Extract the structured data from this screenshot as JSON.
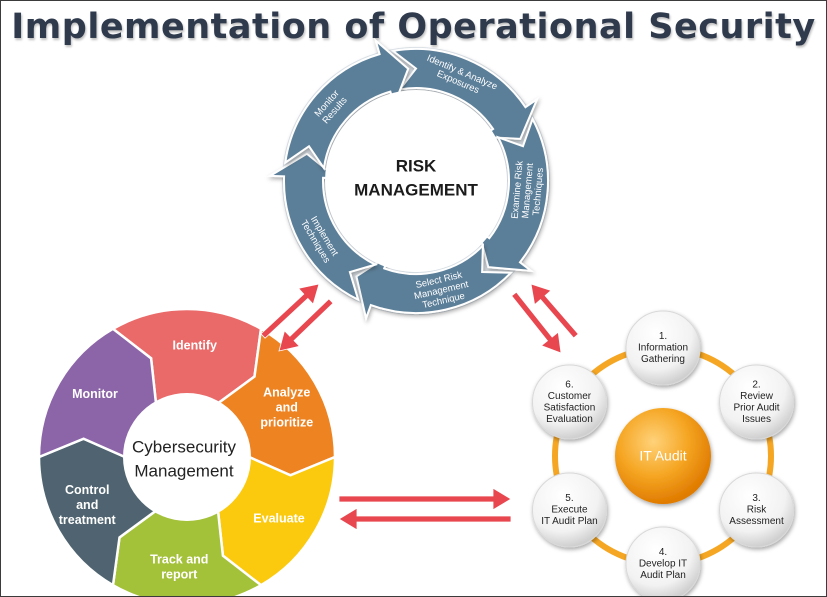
{
  "title": "Implementation of Operational Security",
  "risk": {
    "center_line1": "RISK",
    "center_line2": "MANAGEMENT",
    "steps": [
      [
        "Identify & Analyze",
        "Exposures"
      ],
      [
        "Examine Risk",
        "Management",
        "Techniques"
      ],
      [
        "Select Risk",
        "Management",
        "Technique"
      ],
      [
        "Implement",
        "Techniques"
      ],
      [
        "Monitor",
        "Results"
      ]
    ],
    "color": "#5b7f99"
  },
  "cyber": {
    "center_line1": "Cybersecurity",
    "center_line2": "Management",
    "segments": [
      {
        "lines": [
          "Identify"
        ],
        "color": "#ea6a6a"
      },
      {
        "lines": [
          "Analyze",
          "and",
          "prioritize"
        ],
        "color": "#ee8322"
      },
      {
        "lines": [
          "Evaluate"
        ],
        "color": "#fbc90d"
      },
      {
        "lines": [
          "Track and",
          "report"
        ],
        "color": "#a4c13a"
      },
      {
        "lines": [
          "Control",
          "and",
          "treatment"
        ],
        "color": "#4f6470"
      },
      {
        "lines": [
          "Monitor"
        ],
        "color": "#8c64a8"
      }
    ]
  },
  "audit": {
    "center": "IT Audit",
    "center_color": "#f39a12",
    "ring_color": "#f5a623",
    "steps": [
      [
        "1.",
        "Information",
        "Gathering"
      ],
      [
        "2.",
        "Review",
        "Prior Audit",
        "Issues"
      ],
      [
        "3.",
        "Risk",
        "Assessment"
      ],
      [
        "4.",
        "Develop IT",
        "Audit Plan"
      ],
      [
        "5.",
        "Execute",
        "IT Audit Plan"
      ],
      [
        "6.",
        "Customer",
        "Satisfaction",
        "Evaluation"
      ]
    ]
  },
  "arrow_color": "#e8474f"
}
